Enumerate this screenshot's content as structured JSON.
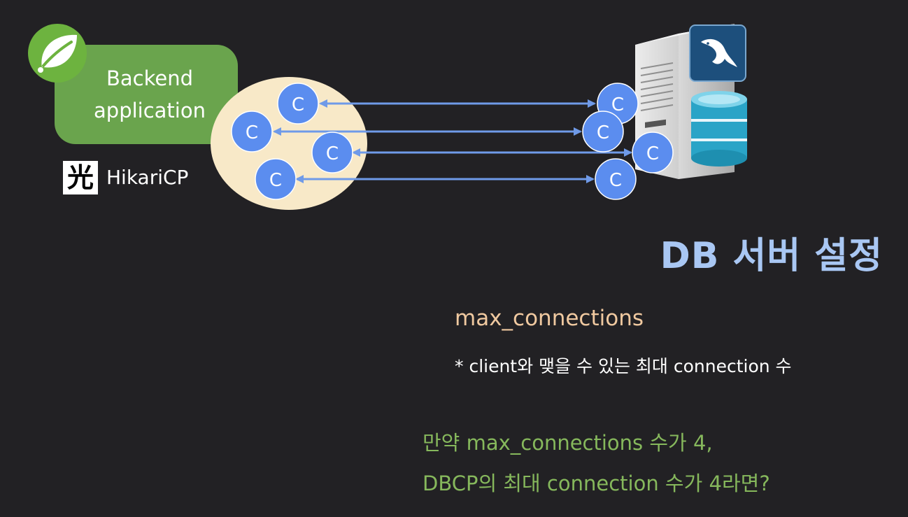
{
  "backend": {
    "line1": "Backend",
    "line2": "application"
  },
  "hikari": {
    "badge": "光",
    "label": "HikariCP"
  },
  "connection_label": "C",
  "title": "DB 서버 설정",
  "param_name": "max_connections",
  "note": "* client와 맺을 수 있는 최대 connection 수",
  "question": {
    "line1": "만약 max_connections 수가 4,",
    "line2": "DBCP의 최대 connection 수가 4라면?"
  },
  "colors": {
    "background": "#222124",
    "backend_green": "#6aa44d",
    "pool_fill": "#f8e9c8",
    "connection_blue": "#5b8def",
    "arrow_blue": "#6f9ae8",
    "title_blue": "#a9c7f3",
    "param_peach": "#f0c9a0",
    "question_green": "#86b85c"
  },
  "icons": {
    "spring": "spring-leaf-icon",
    "server": "server-tower-icon",
    "mysql": "mysql-dolphin-icon",
    "database": "database-cylinder-icon"
  }
}
